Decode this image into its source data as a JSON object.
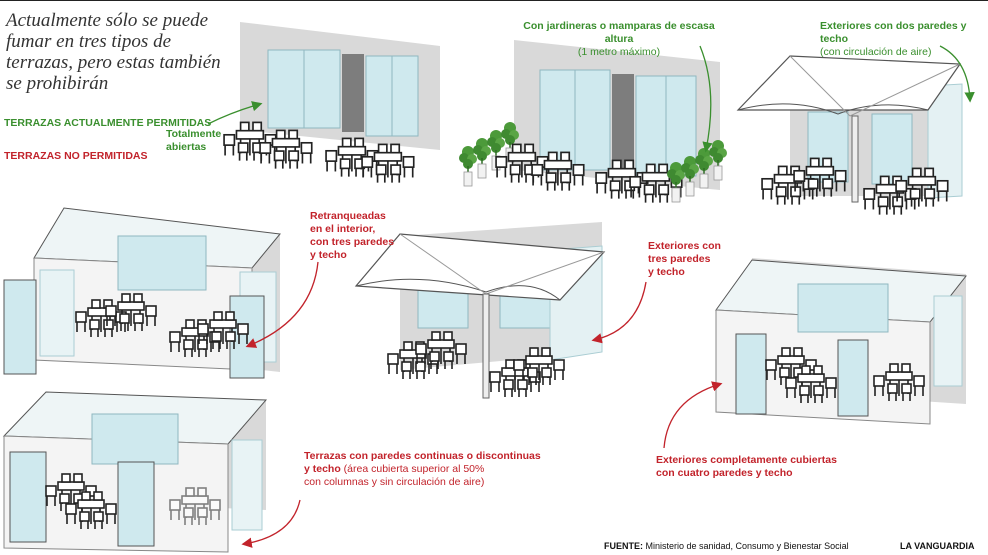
{
  "headline": "Actualmente sólo se puede fumar en tres tipos de terrazas, pero estas también se prohibirán",
  "legend": {
    "allowed": "TERRAZAS ACTUALMENTE PERMITIDAS",
    "forbidden": "TERRAZAS NO PERMITIDAS"
  },
  "labels": {
    "open": "Totalmente\nabiertas",
    "planters": "Con jardineras o mamparas de escasa altura",
    "planters_sub": "(1 metro máximo)",
    "two_walls": "Exteriores con dos paredes y techo",
    "two_walls_sub": "(con circulación de aire)",
    "setback": "Retranqueadas\nen el interior,\ncon tres paredes\ny techo",
    "three_walls": "Exteriores con\ntres paredes\ny techo",
    "continuous": "Terrazas con paredes continuas o discontinuas\ny techo",
    "continuous_sub": " (área cubierta superior al 50%\ncon columnas y sin circulación de aire)",
    "covered": "Exteriores completamente cubiertas\ncon cuatro paredes y techo"
  },
  "footer": {
    "source_label": "FUENTE:",
    "source_text": " Ministerio de sanidad, Consumo y Bienestar Social",
    "brand": "LA VANGUARDIA"
  },
  "colors": {
    "allowed": "#3a8f2e",
    "forbidden": "#c2232b",
    "wall": "#d9d9d9",
    "glass": "#cfe9ee",
    "furniture": "#222222"
  }
}
